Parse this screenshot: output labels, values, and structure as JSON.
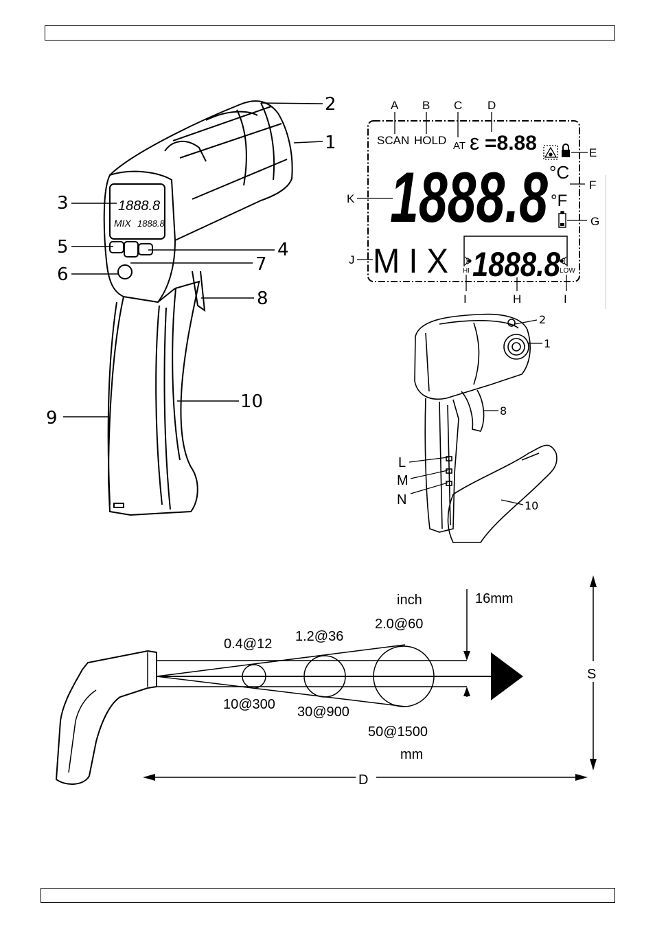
{
  "header": {
    "text": ""
  },
  "footer": {
    "text": ""
  },
  "front_view": {
    "callouts": [
      "1",
      "2",
      "3",
      "4",
      "5",
      "6",
      "7",
      "8",
      "9",
      "10"
    ],
    "mini_lcd": {
      "top": "1888.8",
      "mix": "MIX",
      "sub": "1888.8"
    }
  },
  "lcd_diagram": {
    "letters": [
      "A",
      "B",
      "C",
      "D",
      "E",
      "F",
      "G",
      "H",
      "I",
      "J",
      "K"
    ],
    "scan": "SCAN",
    "hold": "HOLD",
    "at": "AT",
    "emissivity_symbol": "ε",
    "emissivity_value": "=8.88",
    "main_reading": "1888.8",
    "unit_c": "°C",
    "unit_f": "°F",
    "mix": "M I X",
    "sub_reading": "1888.8",
    "hi": "HI",
    "low": "LOW"
  },
  "side_view": {
    "callouts": [
      "2",
      "1",
      "8",
      "L",
      "M",
      "N",
      "10"
    ]
  },
  "distance_spot": {
    "unit_top": "inch",
    "spot": "16mm",
    "top_labels": [
      "0.4@12",
      "1.2@36",
      "2.0@60"
    ],
    "bottom_labels": [
      "10@300",
      "30@900",
      "50@1500"
    ],
    "unit_bottom": "mm",
    "axis_d": "D",
    "axis_s": "S"
  }
}
